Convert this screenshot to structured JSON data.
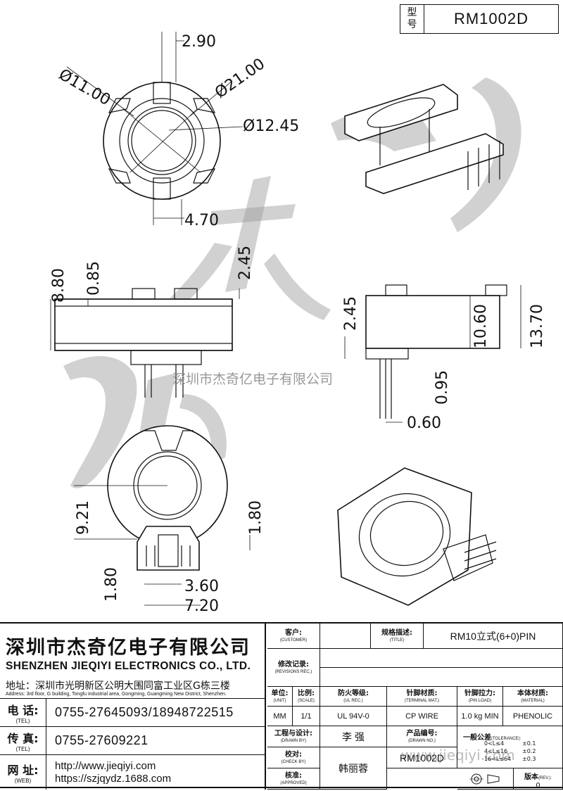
{
  "type_box": {
    "label_top": "型",
    "label_bottom": "号",
    "value": "RM1002D"
  },
  "dimensions": {
    "top_view": {
      "d1": "2.90",
      "d2": "Ø11.00",
      "d3": "Ø21.00",
      "d4": "Ø12.45",
      "d5": "4.70"
    },
    "front_view": {
      "d1": "8.80",
      "d2": "0.85",
      "d3": "2.45"
    },
    "side_view": {
      "d1": "2.45",
      "d2": "10.60",
      "d3": "13.70",
      "d4": "0.95",
      "d5": "0.60"
    },
    "bottom_view": {
      "d1": "9.21",
      "d2": "1.80",
      "d3": "1.80",
      "d4": "3.60",
      "d5": "7.20"
    }
  },
  "watermark_text": "深圳市杰奇亿电子有限公司",
  "watermark_logo": "杰奇亿 calligraphy logo",
  "company": {
    "name_cn": "深圳市杰奇亿电子有限公司",
    "name_en": "SHENZHEN JIEQIYI ELECTRONICS CO., LTD.",
    "address_cn": "地址：深圳市光明新区公明大围同富工业区G栋三楼",
    "address_en": "Address: 3rd floor, G building, Tongfu industrial area, Gongming, Guangming New District, Shenzhen.",
    "tel_label": "电 话:",
    "tel_label_en": "(TEL)",
    "tel_value": "0755-27645093/18948722515",
    "fax_label": "传 真:",
    "fax_label_en": "(TEL)",
    "fax_value": "0755-27609221",
    "web_label": "网 址:",
    "web_label_en": "(WEB)",
    "web_value1": "http://www.jieqiyi.com",
    "web_value2": "https://szjqydz.1688.com"
  },
  "block": {
    "customer": {
      "cn": "客户:",
      "en": "(CUSTOMER)",
      "value": ""
    },
    "title": {
      "cn": "规格描述:",
      "en": "(TITLE)",
      "value": "RM10立式(6+0)PIN"
    },
    "revisions": {
      "cn": "修改记录:",
      "en": "(REVISIONS REC.)"
    },
    "unit": {
      "cn": "单位:",
      "en": "(UNIT)",
      "value": "MM"
    },
    "scale": {
      "cn": "比例:",
      "en": "(SCALE)",
      "value": "1/1"
    },
    "ul": {
      "cn": "防火等级:",
      "en": "(UL REC.)",
      "value": "UL 94V-0"
    },
    "terminal": {
      "cn": "针脚材质:",
      "en": "(TERMINAL MAT.)",
      "value": "CP WIRE"
    },
    "pinload": {
      "cn": "针脚拉力:",
      "en": "(PIN LOAD)",
      "value": "1.0 kg MIN"
    },
    "material": {
      "cn": "本体材质:",
      "en": "(MATERIAL)",
      "value": "PHENOLIC"
    },
    "drawn": {
      "cn": "工程与设计:",
      "en": "(DRAWN BY)",
      "value": "李  强"
    },
    "drawing_no": {
      "cn": "产品编号:",
      "en": "(DRAWN NO.)",
      "value": "RM1002D"
    },
    "check": {
      "cn": "校对:",
      "en": "(CHECK BY)",
      "value": "韩丽蓉"
    },
    "approved": {
      "cn": "核准:",
      "en": "(APPROVED)"
    },
    "tolerance": {
      "cn": "一般公差",
      "en": "(TOLERANCE):",
      "rows": [
        {
          "range": "0<L≤4",
          "value": "±0.1"
        },
        {
          "range": "4<L≤16",
          "value": "±0.2"
        },
        {
          "range": "16<L≤64",
          "value": "±0.3"
        }
      ]
    },
    "rev": {
      "cn": "版本",
      "en": "(REV.):",
      "value": "0"
    }
  },
  "web_watermark": "www.jieqiyi.com"
}
